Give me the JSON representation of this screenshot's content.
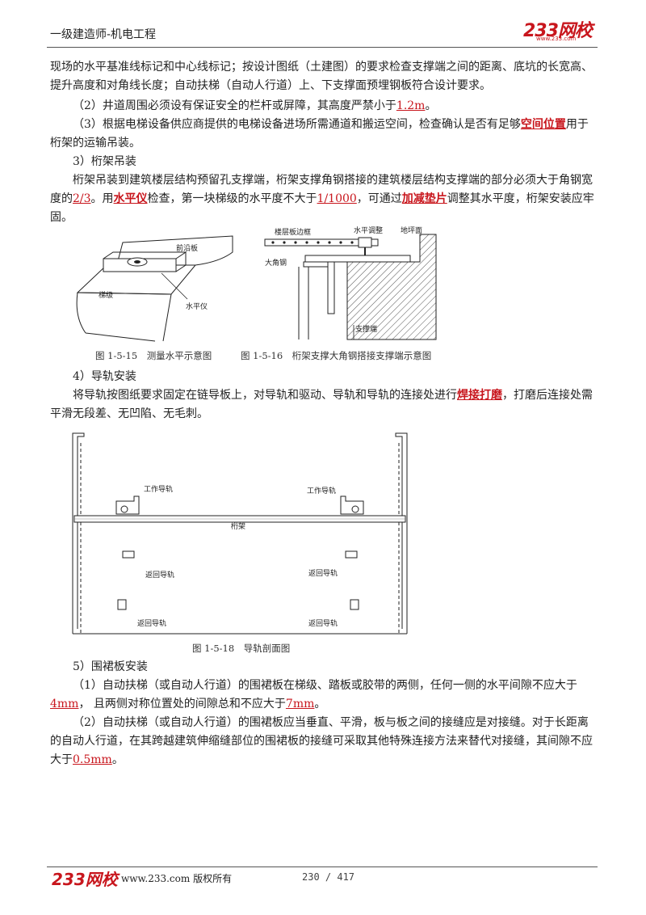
{
  "header": {
    "title": "一级建造师-机电工程",
    "logo": "233网校",
    "logo_url": "www.233.com"
  },
  "body": {
    "p1": "现场的水平基准线标记和中心线标记；按设计图纸（土建图）的要求检查支撑端之间的距离、底坑的长宽高、提升高度和对角线长度；自动扶梯（自动人行道）上、下支撑面预埋钢板符合设计要求。",
    "p2_pre": "（2）井道周围必须设有保证安全的栏杆或屏障，其高度严禁小于",
    "p2_hl": "1.2m",
    "p2_post": "。",
    "p3_pre": "（3）根据电梯设备供应商提供的电梯设备进场所需通道和搬运空间，检查确认是否有足够",
    "p3_hl": "空间位置",
    "p3_post": "用于桁架的运输吊装。",
    "h3": "3）桁架吊装",
    "p4_a": "桁架吊装到建筑楼层结构预留孔支撑端，桁架支撑角钢搭接的建筑楼层结构支撑端的部分必须大于角钢宽度的",
    "p4_hl1": "2/3",
    "p4_b": "。用",
    "p4_hl2": "水平仪",
    "p4_c": "检查，第一块梯级的水平度不大于",
    "p4_hl3": "1/1000",
    "p4_d": "，可通过",
    "p4_hl4": "加减垫片",
    "p4_e": "调整其水平度，桁架安装应牢固。",
    "h4": "4）导轨安装",
    "p5_pre": "将导轨按图纸要求固定在链导板上，对导轨和驱动、导轨和导轨的连接处进行",
    "p5_hl": "焊接打磨",
    "p5_post": "，打磨后连接处需平滑无段差、无凹陷、无毛刺。",
    "h5": "5）围裙板安装",
    "p6_pre": "（1）自动扶梯（或自动人行道）的围裙板在梯级、踏板或胶带的两侧，任何一侧的水平间隙不应大于",
    "p6_hl1": "4mm",
    "p6_mid": "， 且两侧对称位置处的间隙总和不应大于",
    "p6_hl2": "7mm",
    "p6_post": "。",
    "p7_pre": "（2）自动扶梯（或自动人行道）的围裙板应当垂直、平滑，板与板之间的接缝应是对接缝。对于长距离的自动人行道，在其跨越建筑伸缩缝部位的围裙板的接缝可采取其他特殊连接方法来替代对接缝，其间隙不应大于",
    "p7_hl": "0.5mm",
    "p7_post": "。"
  },
  "figures": {
    "fig15": {
      "caption": "图 1-5-15　测量水平示意图",
      "labels": {
        "front_plate": "前沿板",
        "step": "梯级",
        "level": "水平仪"
      }
    },
    "fig16": {
      "caption": "图 1-5-16　桁架支撑大角钢搭接支撑端示意图",
      "labels": {
        "floor_frame": "楼层板边框",
        "level_adjust": "水平调整",
        "floor": "地坪面",
        "angle_steel": "大角钢",
        "support_end": "支撑端"
      }
    },
    "fig18": {
      "caption": "图 1-5-18　导轨剖面图",
      "labels": {
        "work_rail": "工作导轨",
        "truss": "桁架",
        "return_rail": "返回导轨"
      }
    }
  },
  "footer": {
    "logo": "233网校",
    "text": "www.233.com 版权所有",
    "page": "230 / 417"
  }
}
